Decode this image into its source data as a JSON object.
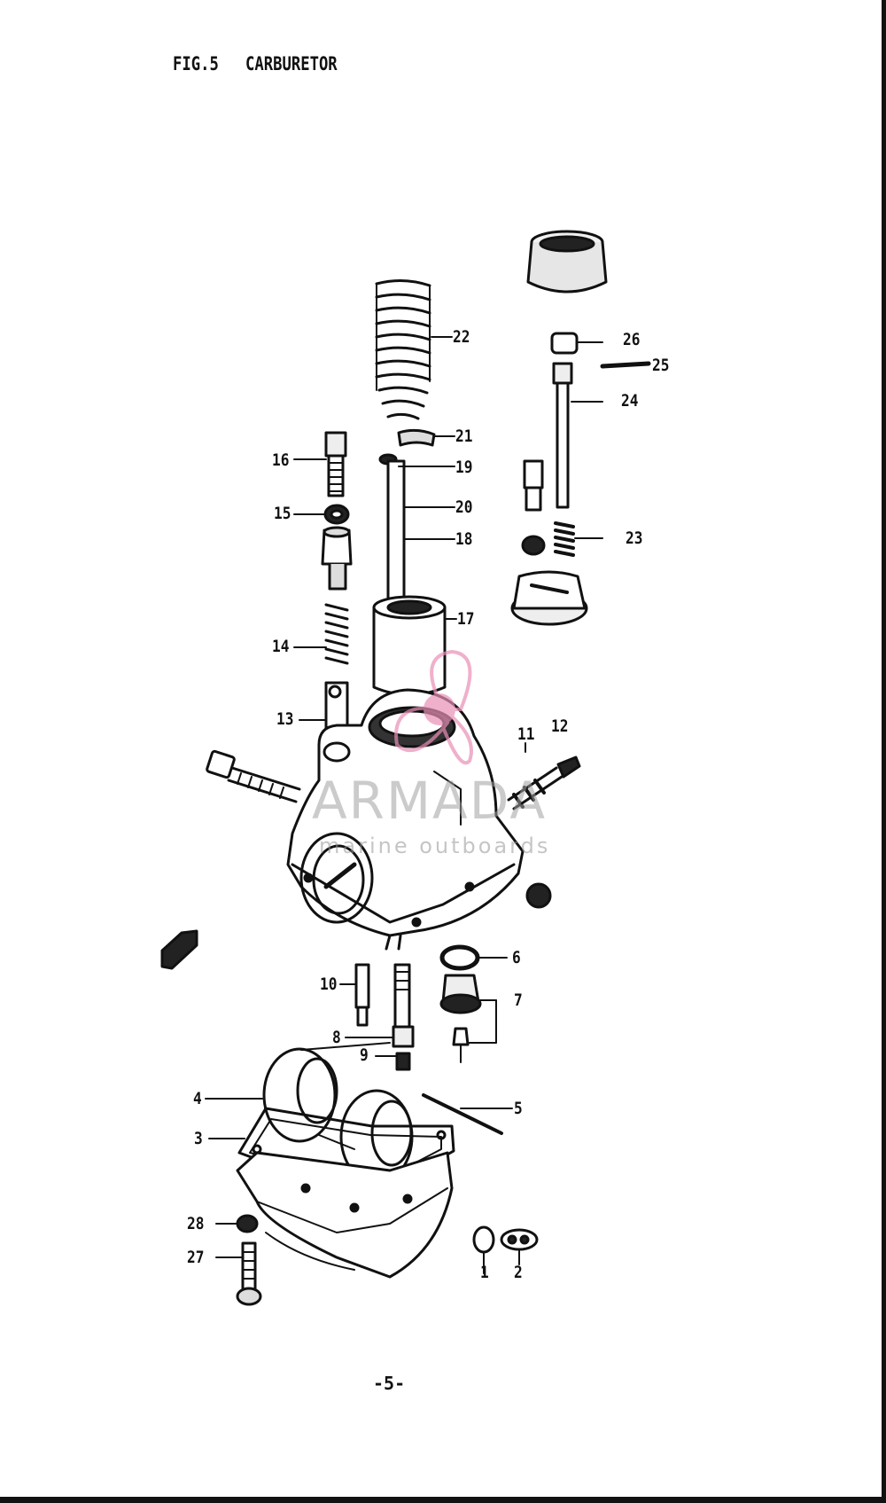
{
  "header": {
    "figure_label": "FIG.5",
    "figure_name": "CARBURETOR"
  },
  "parts": [
    {
      "id": "p1",
      "number": "1"
    },
    {
      "id": "p2",
      "number": "2"
    },
    {
      "id": "p3",
      "number": "3"
    },
    {
      "id": "p4",
      "number": "4"
    },
    {
      "id": "p5",
      "number": "5"
    },
    {
      "id": "p6",
      "number": "6"
    },
    {
      "id": "p7",
      "number": "7"
    },
    {
      "id": "p8",
      "number": "8"
    },
    {
      "id": "p9",
      "number": "9"
    },
    {
      "id": "p10",
      "number": "10"
    },
    {
      "id": "p11",
      "number": "11"
    },
    {
      "id": "p12",
      "number": "12"
    },
    {
      "id": "p13",
      "number": "13"
    },
    {
      "id": "p14",
      "number": "14"
    },
    {
      "id": "p15",
      "number": "15"
    },
    {
      "id": "p16",
      "number": "16"
    },
    {
      "id": "p17",
      "number": "17"
    },
    {
      "id": "p18",
      "number": "18"
    },
    {
      "id": "p19",
      "number": "19"
    },
    {
      "id": "p20",
      "number": "20"
    },
    {
      "id": "p21",
      "number": "21"
    },
    {
      "id": "p22",
      "number": "22"
    },
    {
      "id": "p23",
      "number": "23"
    },
    {
      "id": "p24",
      "number": "24"
    },
    {
      "id": "p25",
      "number": "25"
    },
    {
      "id": "p26",
      "number": "26"
    },
    {
      "id": "p27",
      "number": "27"
    },
    {
      "id": "p28",
      "number": "28"
    }
  ],
  "watermark": {
    "brand": "ARMADA",
    "tagline": "marine outboards",
    "logo_color": "#e98fb6",
    "text_color": "#a0a0a0"
  },
  "footer": {
    "page_number": "-5-"
  }
}
